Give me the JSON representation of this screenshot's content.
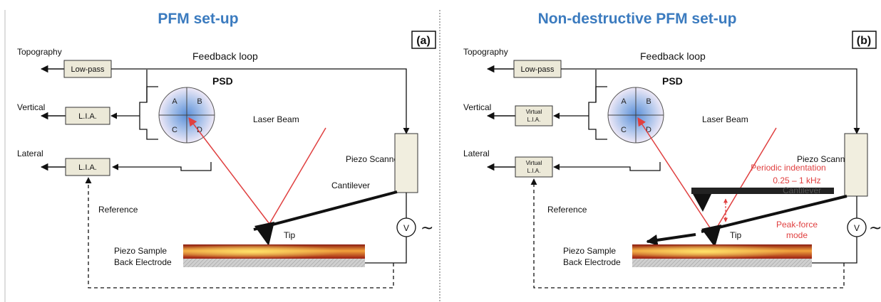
{
  "panel_a": {
    "title": "PFM set-up",
    "tag": "(a)",
    "topography": "Topography",
    "vertical": "Vertical",
    "lateral": "Lateral",
    "low_pass": "Low-pass",
    "lia_vertical": "L.I.A.",
    "lia_lateral": "L.I.A.",
    "feedback": "Feedback loop",
    "psd": "PSD",
    "quads": [
      "A",
      "B",
      "C",
      "D"
    ],
    "laser": "Laser Beam",
    "piezo_scanner": "Piezo Scanner",
    "cantilever": "Cantilever",
    "reference": "Reference",
    "tip": "Tip",
    "piezo_sample": "Piezo Sample",
    "back_electrode": "Back Electrode",
    "voltmeter": "V",
    "ac": "~"
  },
  "panel_b": {
    "title": "Non-destructive PFM set-up",
    "tag": "(b)",
    "topography": "Topography",
    "vertical": "Vertical",
    "lateral": "Lateral",
    "low_pass": "Low-pass",
    "lia_vertical_1": "Virtual",
    "lia_vertical_2": "L.I.A.",
    "lia_lateral_1": "Virtual",
    "lia_lateral_2": "L.I.A.",
    "feedback": "Feedback loop",
    "psd": "PSD",
    "quads": [
      "A",
      "B",
      "C",
      "D"
    ],
    "laser": "Laser Beam",
    "piezo_scanner": "Piezo Scanner",
    "cantilever": "Cantilever",
    "periodic_1": "Periodic indentation",
    "periodic_2": "0.25 – 1 kHz",
    "reference": "Reference",
    "tip": "Tip",
    "peak_1": "Peak-force",
    "peak_2": "mode",
    "piezo_sample": "Piezo Sample",
    "back_electrode": "Back Electrode",
    "voltmeter": "V",
    "ac": "~"
  },
  "colors": {
    "title": "#3b7bbf",
    "laser": "#e04040",
    "box_fill": "#ece9d8",
    "scanner_fill": "#f1eedf"
  }
}
